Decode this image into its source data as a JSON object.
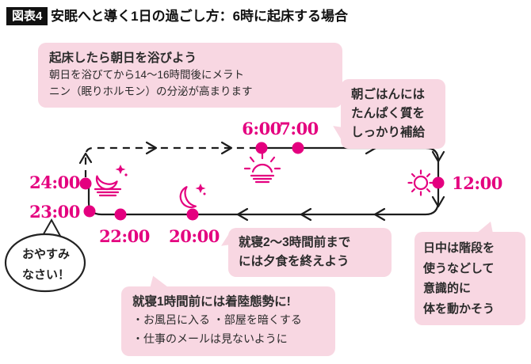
{
  "header": {
    "tag": "図表4",
    "title": "安眠へと導く1日の過ごし方：6時に起床する場合"
  },
  "colors": {
    "accent_magenta": "#e4007f",
    "callout_pink": "#f8d7e2",
    "line_black": "#1c1c1c",
    "tag_bg": "#121212"
  },
  "timeline": {
    "labels": {
      "t6": "6:00",
      "t7": "7:00",
      "t12": "12:00",
      "t20": "20:00",
      "t22": "22:00",
      "t23": "23:00",
      "t24": "24:00"
    },
    "icons": {
      "morning": "sunrise-icon",
      "noon": "sun-icon",
      "evening": "crescent-moon-icon",
      "midnight": "moon-boat-icon"
    }
  },
  "callouts": {
    "wake": {
      "title": "起床したら朝日を浴びよう",
      "body1": "朝日を浴びてから14〜16時間後にメラト",
      "body2": "ニン（眠りホルモン）の分泌が高まります"
    },
    "breakfast": {
      "line1": "朝ごはんには",
      "line2": "たんぱく質を",
      "line3": "しっかり補給"
    },
    "dinner": {
      "line1": "就寝2〜3時間前まで",
      "line2": "には夕食を終えよう"
    },
    "daytime": {
      "line1": "日中は階段を",
      "line2": "使うなどして",
      "line3": "意識的に",
      "line4": "体を動かそう"
    },
    "landing": {
      "title": "就寝1時間前には着陸態勢に!",
      "item1": "・お風呂に入る ・部屋を暗くする",
      "item2": "・仕事のメールは見ないように"
    },
    "goodnight": {
      "line1": "おやすみ",
      "line2": "なさい！"
    }
  }
}
